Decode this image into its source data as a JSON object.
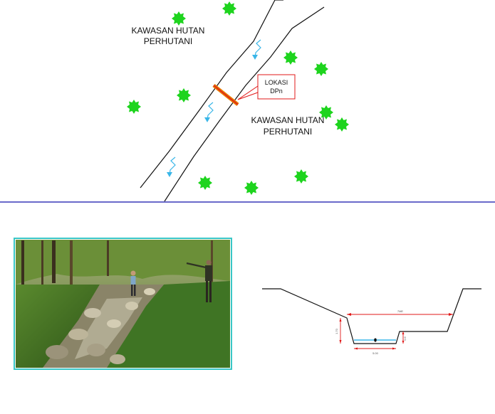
{
  "map": {
    "area_top_left": [
      "KAWASAN HUTAN",
      "PERHUTANI"
    ],
    "area_bottom_right": [
      "KAWASAN HUTAN",
      "PERHUTANI"
    ],
    "callout": [
      "LOKASI",
      "DPn"
    ],
    "tree_icon": "tree-icon",
    "flow_icon": "flow-arrow-icon"
  },
  "photo": {
    "subject": "river-photo"
  },
  "section": {
    "top_width": "7ME",
    "bottom_width": "5.00",
    "left_depth": "1.70",
    "right_depth": "0.6"
  },
  "colors": {
    "tree": "#1ed41e",
    "divider": "#3838b8",
    "dimension": "#e01818",
    "flow": "#39b6e8",
    "weir": "#e87a00"
  }
}
